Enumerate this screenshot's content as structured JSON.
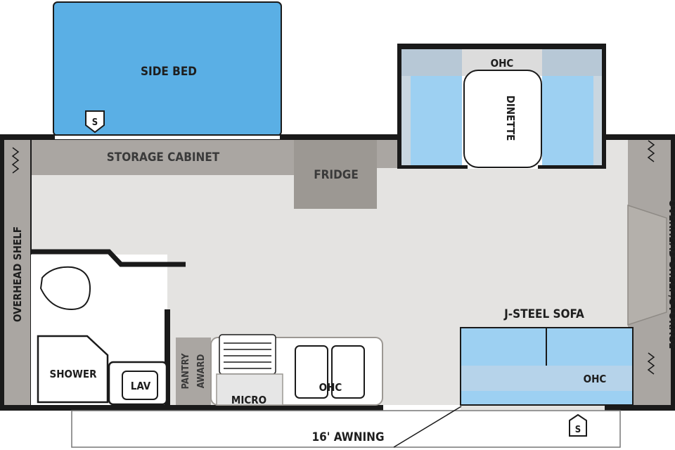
{
  "labels": {
    "side_bed": "SIDE BED",
    "storage_cabinet": "STORAGE CABINET",
    "fridge": "FRIDGE",
    "ohc_dinette": "OHC",
    "dinette": "DINETTE",
    "overhead_shelf_left": "OVERHEAD SHELF",
    "overhead_shelf_right": "OVERHEAD SHELF/STORAGE",
    "jsteel_sofa": "J-STEEL SOFA",
    "ohc_sofa": "OHC",
    "shower": "SHOWER",
    "lav": "LAV",
    "pantry": "PANTRY",
    "award": "AWARD",
    "micro": "MICRO",
    "ohc_kitchen": "OHC",
    "awning": "16' AWNING",
    "slide_marker_top": "S",
    "slide_marker_bottom": "S"
  },
  "colors": {
    "wall": "#1a1a1a",
    "floor": "#e4e3e1",
    "cabinet": "#aaa6a2",
    "bed_blue": "#5aafe5",
    "cushion_blue": "#9dd0f2"
  }
}
